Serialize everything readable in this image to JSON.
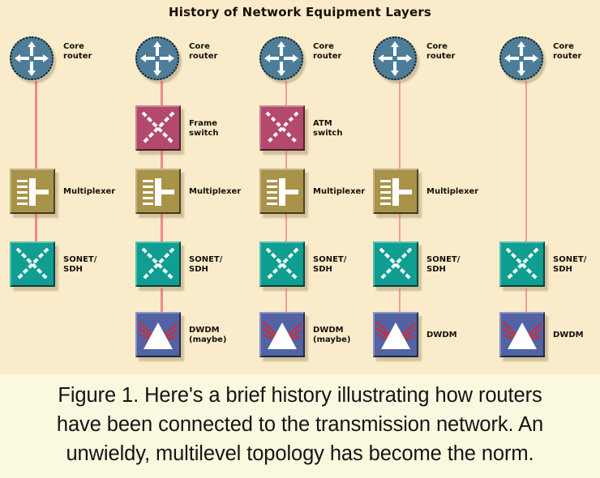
{
  "diagram": {
    "title": "History of Network Equipment Layers",
    "labels": {
      "core_router_l1": "Core",
      "core_router_l2": "router",
      "frame_switch_l1": "Frame",
      "frame_switch_l2": "switch",
      "atm_switch_l1": "ATM",
      "atm_switch_l2": "switch",
      "multiplexer": "Multiplexer",
      "sonet_l1": "SONET/",
      "sonet_l2": "SDH",
      "dwdm": "DWDM",
      "dwdm_maybe_l1": "DWDM",
      "dwdm_maybe_l2": "(maybe)"
    },
    "columns": [
      {
        "index": 1,
        "nodes": [
          "core-router",
          "multiplexer",
          "sonet-sdh"
        ]
      },
      {
        "index": 2,
        "nodes": [
          "core-router",
          "frame-switch",
          "multiplexer",
          "sonet-sdh",
          "dwdm-maybe"
        ]
      },
      {
        "index": 3,
        "nodes": [
          "core-router",
          "atm-switch",
          "multiplexer",
          "sonet-sdh",
          "dwdm-maybe"
        ]
      },
      {
        "index": 4,
        "nodes": [
          "core-router",
          "multiplexer",
          "sonet-sdh",
          "dwdm"
        ]
      },
      {
        "index": 5,
        "nodes": [
          "core-router",
          "sonet-sdh",
          "dwdm"
        ]
      }
    ],
    "colors": {
      "background": "#faeccb",
      "caption_background": "#fbf8e0",
      "link_line": "#f4868d",
      "router": "#4d7d99",
      "switch": "#b4496e",
      "multiplexer": "#a89349",
      "sonet": "#0f9e91",
      "dwdm": "#5262a4"
    }
  },
  "caption": {
    "line1": "Figure 1. Here's a brief history illustrating how routers",
    "line2": "have been connected to the transmission network. An",
    "line3": "unwieldy, multilevel topology has become the norm."
  }
}
